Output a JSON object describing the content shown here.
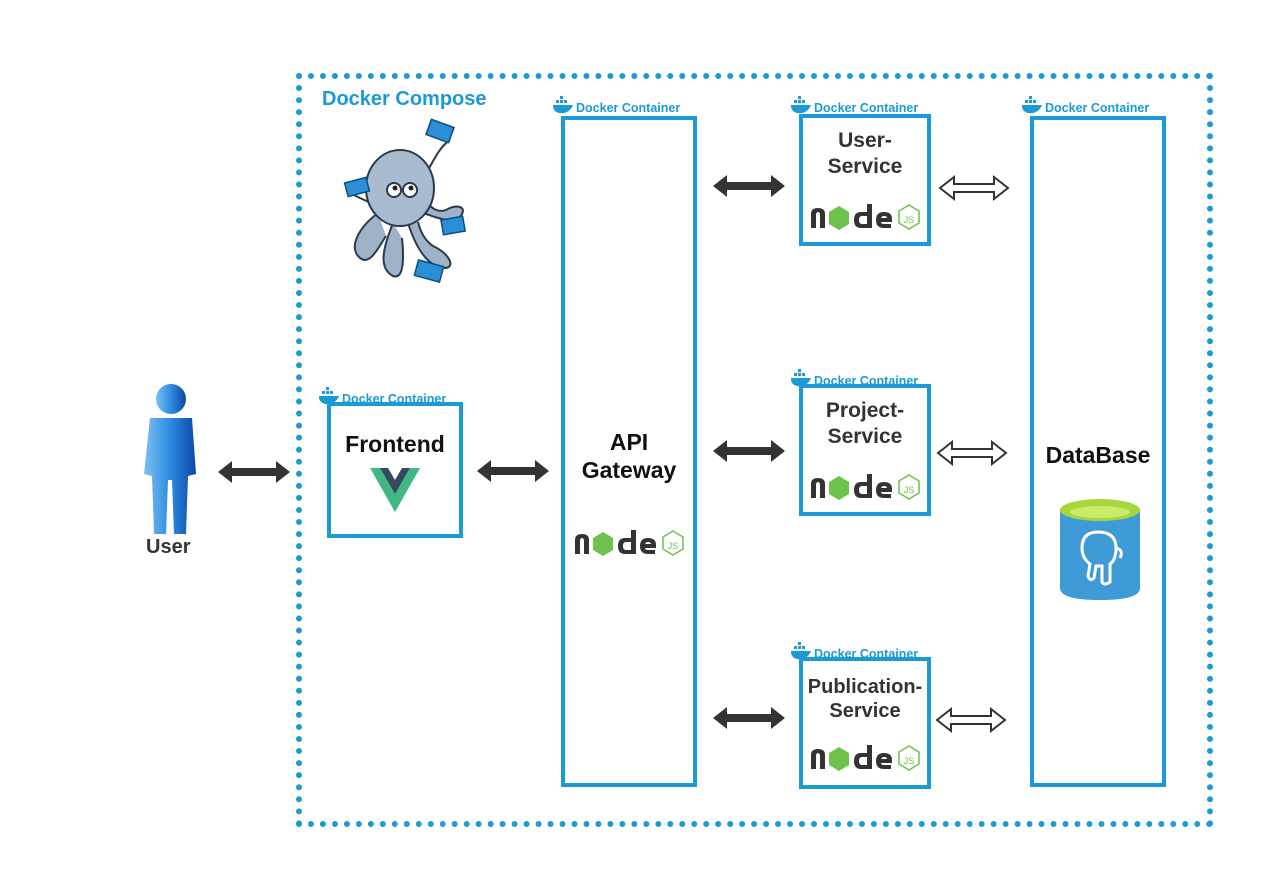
{
  "compose": {
    "title": "Docker Compose"
  },
  "container_tag": "Docker Container",
  "user": {
    "label": "User"
  },
  "frontend": {
    "title": "Frontend"
  },
  "gateway": {
    "title_line1": "API",
    "title_line2": "Gateway"
  },
  "services": [
    {
      "line1": "User-",
      "line2": "Service"
    },
    {
      "line1": "Project-",
      "line2": "Service"
    },
    {
      "line1": "Publication-",
      "line2": "Service"
    }
  ],
  "database": {
    "title": "DataBase"
  },
  "colors": {
    "accent": "#1b9ad6",
    "node_green": "#6cc24a",
    "vue_green": "#41b883",
    "vue_dark": "#34495e"
  }
}
